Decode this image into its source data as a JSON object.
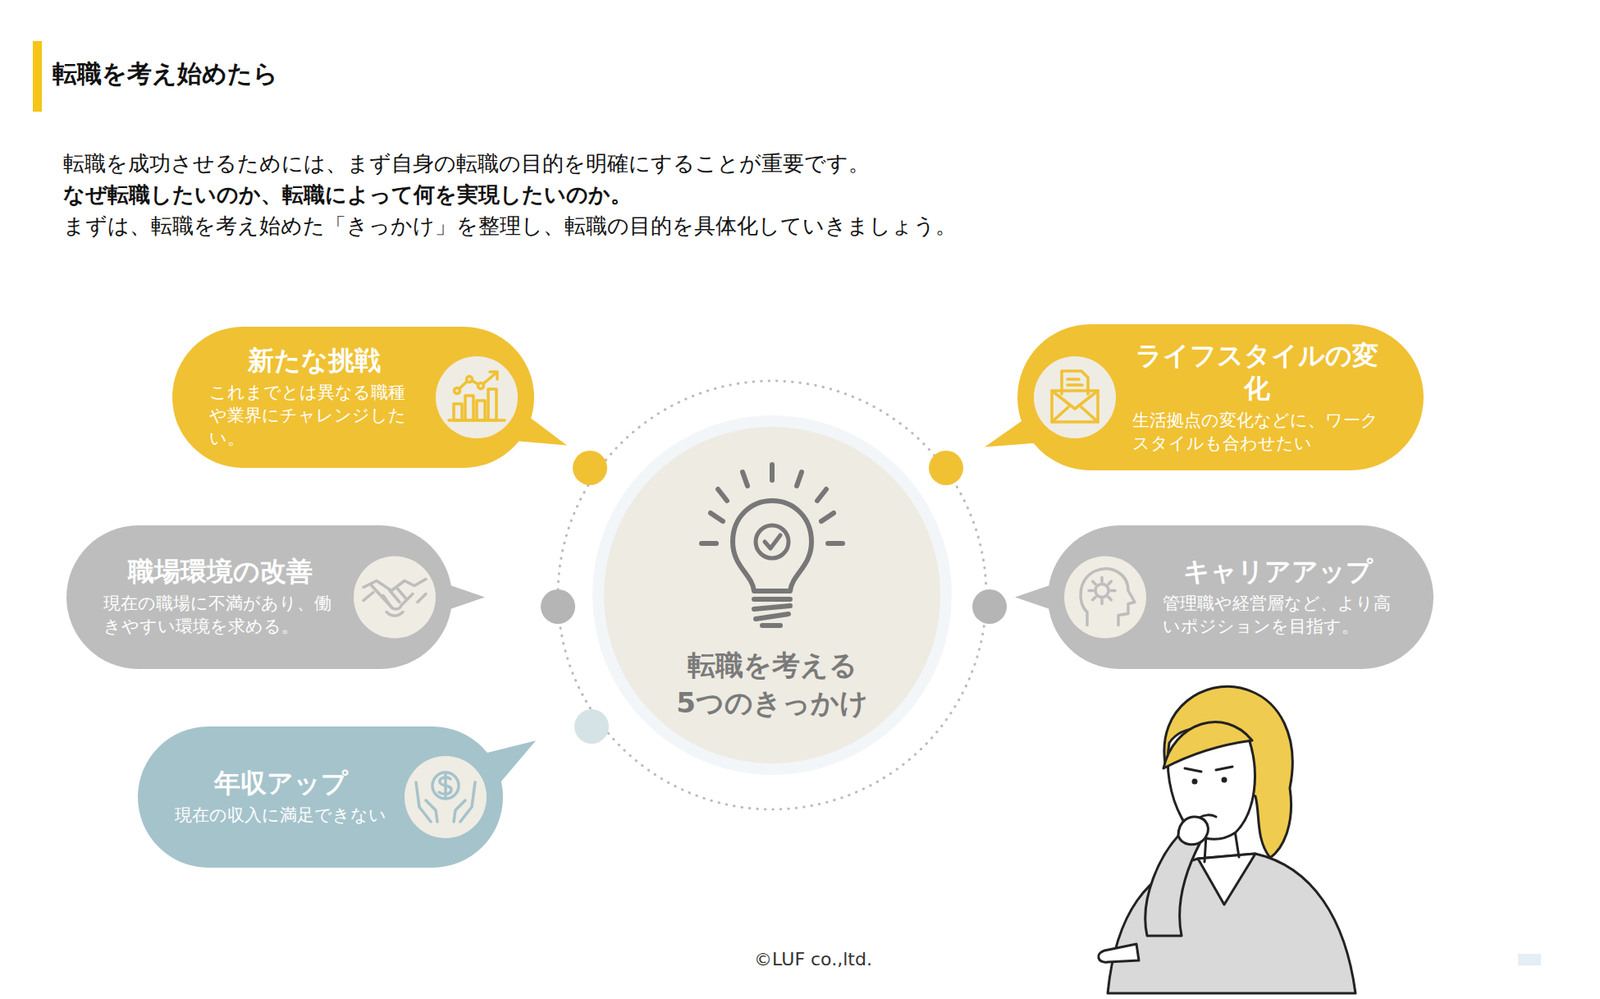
{
  "diagram": {
    "title": "転職を考え始めたら",
    "nodes": [
      {
        "text": [
          "新たな挑戦",
          "これまでとは異なる職種や業界にチャレンジしたい。"
        ]
      },
      {
        "text": [
          "ライフスタイルの変化",
          "生活拠点の変化などに、ワークスタイルも合わせたい"
        ]
      },
      {
        "text": [
          "職場環境の改善",
          "現在の職場に不満があり、働きやすい環境を求める。"
        ]
      },
      {
        "text": [
          "転職を考える 5つのきっかけ"
        ]
      },
      {
        "text": [
          "キャリアアップ",
          "管理職や経営層など、より高いポジションを目指す。"
        ]
      },
      {
        "text": [
          "年収アップ",
          "現在の収入に満足できない"
        ]
      }
    ],
    "labels": [
      "転職を成功させるためには、まず自身の転職の目的を明確にすることが重要です。",
      "なぜ転職したいのか、転職によって何を実現したいのか。",
      "まずは、転職を考え始めた「きっかけ」を整理し、転職の目的を具体化していきましょう。",
      "©LUF co.,ltd."
    ]
  }
}
